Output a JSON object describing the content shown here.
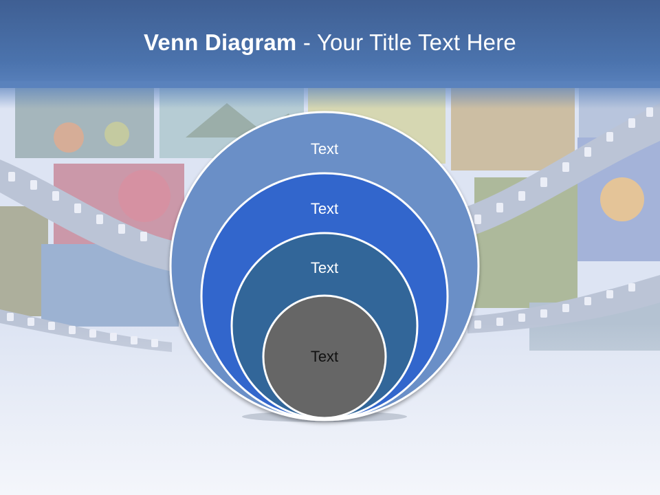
{
  "slide": {
    "title_bold": "Venn Diagram",
    "title_rest": " - Your Title Text Here"
  },
  "diagram": {
    "type": "nested-circles",
    "circles": [
      {
        "label": "Text",
        "fill": "#6b8fc7"
      },
      {
        "label": "Text",
        "fill": "#3366cc"
      },
      {
        "label": "Text",
        "fill": "#336699"
      },
      {
        "label": "Text",
        "fill": "#666666"
      }
    ]
  },
  "colors": {
    "title_bar": "#4b73ad",
    "title_text": "#ffffff",
    "circle_stroke": "#ffffff",
    "label_light": "#ffffff",
    "label_dark": "#111111"
  }
}
